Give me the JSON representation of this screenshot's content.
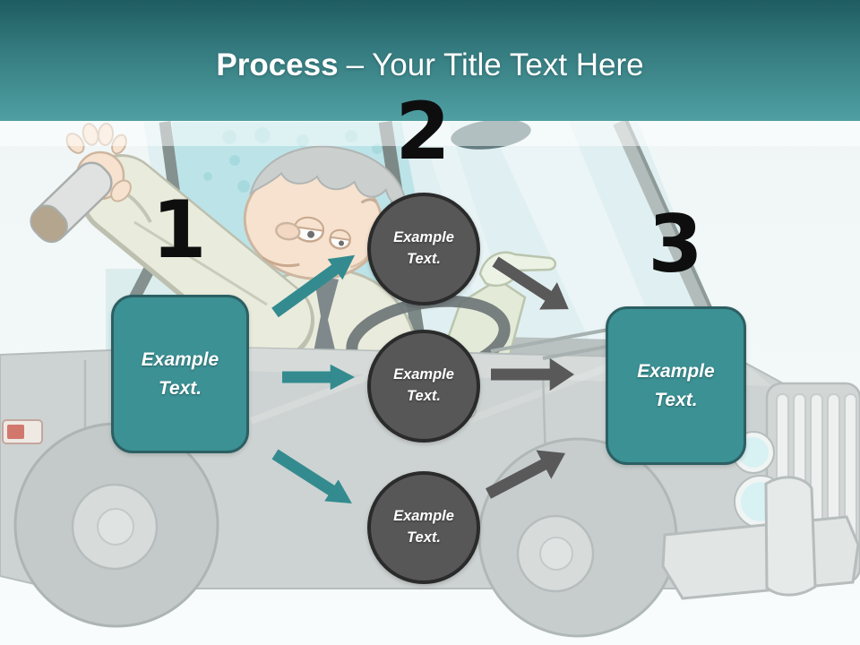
{
  "header": {
    "title_bold": "Process",
    "title_rest": "– Your Title Text Here"
  },
  "theme": {
    "header_grad_top": "#1e5c60",
    "header_grad_mid": "#347a7e",
    "header_grad_bottom": "#4fa0a3",
    "title_color": "#ffffff",
    "number_color": "#0e0e0e",
    "box_fill": "#3b9194",
    "box_border": "#2c5f63",
    "box_text": "#ffffff",
    "circle_fill": "#575757",
    "circle_border": "#2b2b2b",
    "circle_text": "#ffffff",
    "arrow_teal": "#338b8f",
    "arrow_gray": "#595959"
  },
  "diagram": {
    "numbers": [
      "1",
      "2",
      "3"
    ],
    "left_box": {
      "label": "Example Text."
    },
    "circles": [
      {
        "label": "Example Text."
      },
      {
        "label": "Example Text."
      },
      {
        "label": "Example Text."
      }
    ],
    "right_box": {
      "label": "Example Text."
    }
  },
  "background": {
    "illustration": "drunk-driver-in-car-cartoon"
  }
}
